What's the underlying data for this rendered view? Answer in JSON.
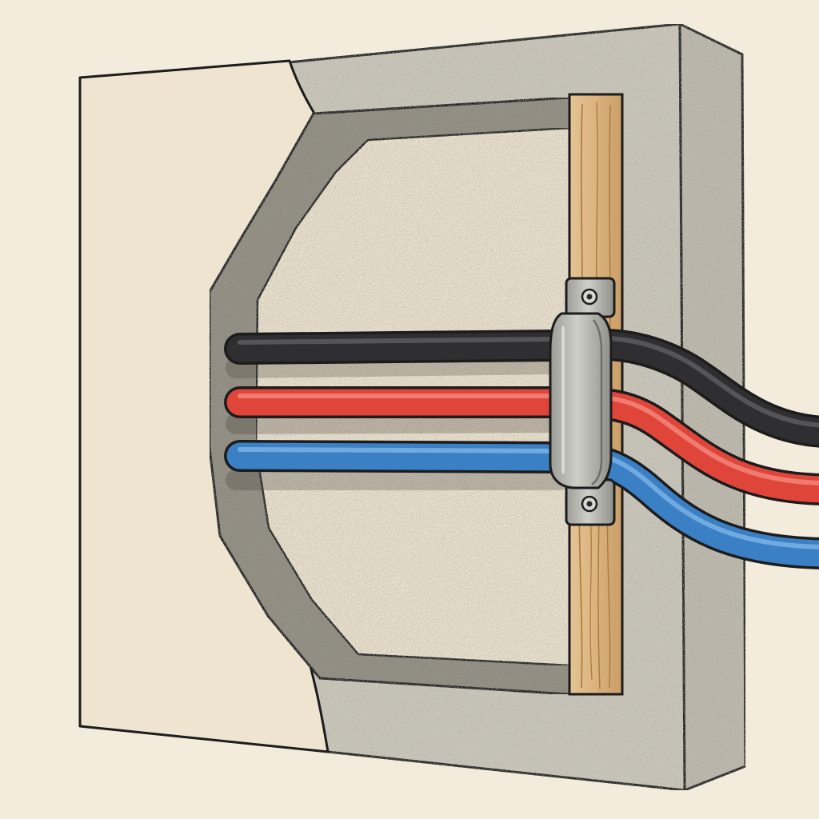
{
  "illustration": {
    "subject": "wall-cutaway-with-cables",
    "colors": {
      "background": "#f3ebdc",
      "drywall": "#eee4d0",
      "concrete": "#cbc7bb",
      "concrete_shadow": "#8f8b80",
      "cavity": "#e9e0cd",
      "stud_wood": "#ddb886",
      "stud_grain": "#a9783e",
      "clip_metal": "#b3b3ad",
      "outline": "#1c1c1c",
      "cable_black": "#2f2f31",
      "cable_red": "#e0453a",
      "cable_blue": "#3b7fc4"
    },
    "cables": [
      {
        "name": "black-cable",
        "color": "#2f2f31",
        "highlight": "#5c5c60"
      },
      {
        "name": "red-cable",
        "color": "#e0453a",
        "highlight": "#f2857a"
      },
      {
        "name": "blue-cable",
        "color": "#3b7fc4",
        "highlight": "#79b1e6"
      }
    ],
    "parts": [
      "drywall-panel",
      "concrete-edge",
      "wall-cavity",
      "wooden-stud",
      "cable-clip"
    ]
  }
}
